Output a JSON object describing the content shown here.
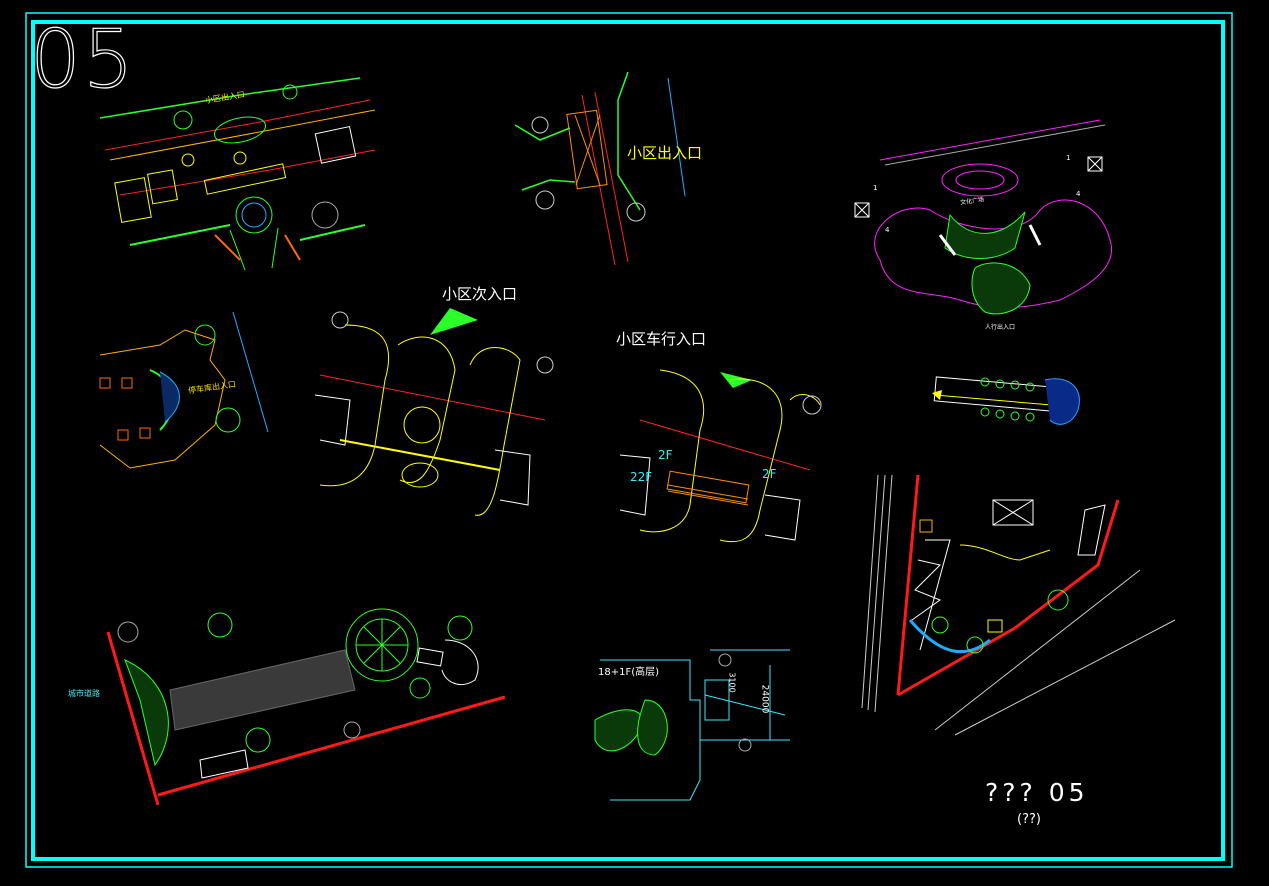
{
  "sheet": {
    "number": "05",
    "title": "??? 05",
    "scale": "(??)"
  },
  "labels": {
    "entrance_main": "小区出入口",
    "entrance_main_small": "小区出入口",
    "entrance_secondary": "小区次入口",
    "entrance_vehicle": "小区车行入口",
    "parking_entrance": "停车库出入口",
    "floors_2f_left": "2F",
    "floors_2f_right": "2F",
    "floors_22f": "22F",
    "building_left": "18+1F(高层)",
    "dim_3100": "3100",
    "dim_24000": "24000",
    "plaza_top": "文化广场",
    "pedestrian_entrance": "人行出入口",
    "road_name": "城市道路",
    "plot_num_1a": "1",
    "plot_num_1b": "1",
    "plot_num_4a": "4",
    "plot_num_4b": "4"
  },
  "colors": {
    "frame": "#00ffff",
    "background": "#000000",
    "road_red": "#ff1a1a",
    "plan_yellow": "#ffff00",
    "plan_green": "#2aff2a",
    "plan_magenta": "#ff22ff",
    "plan_white": "#ffffff"
  }
}
